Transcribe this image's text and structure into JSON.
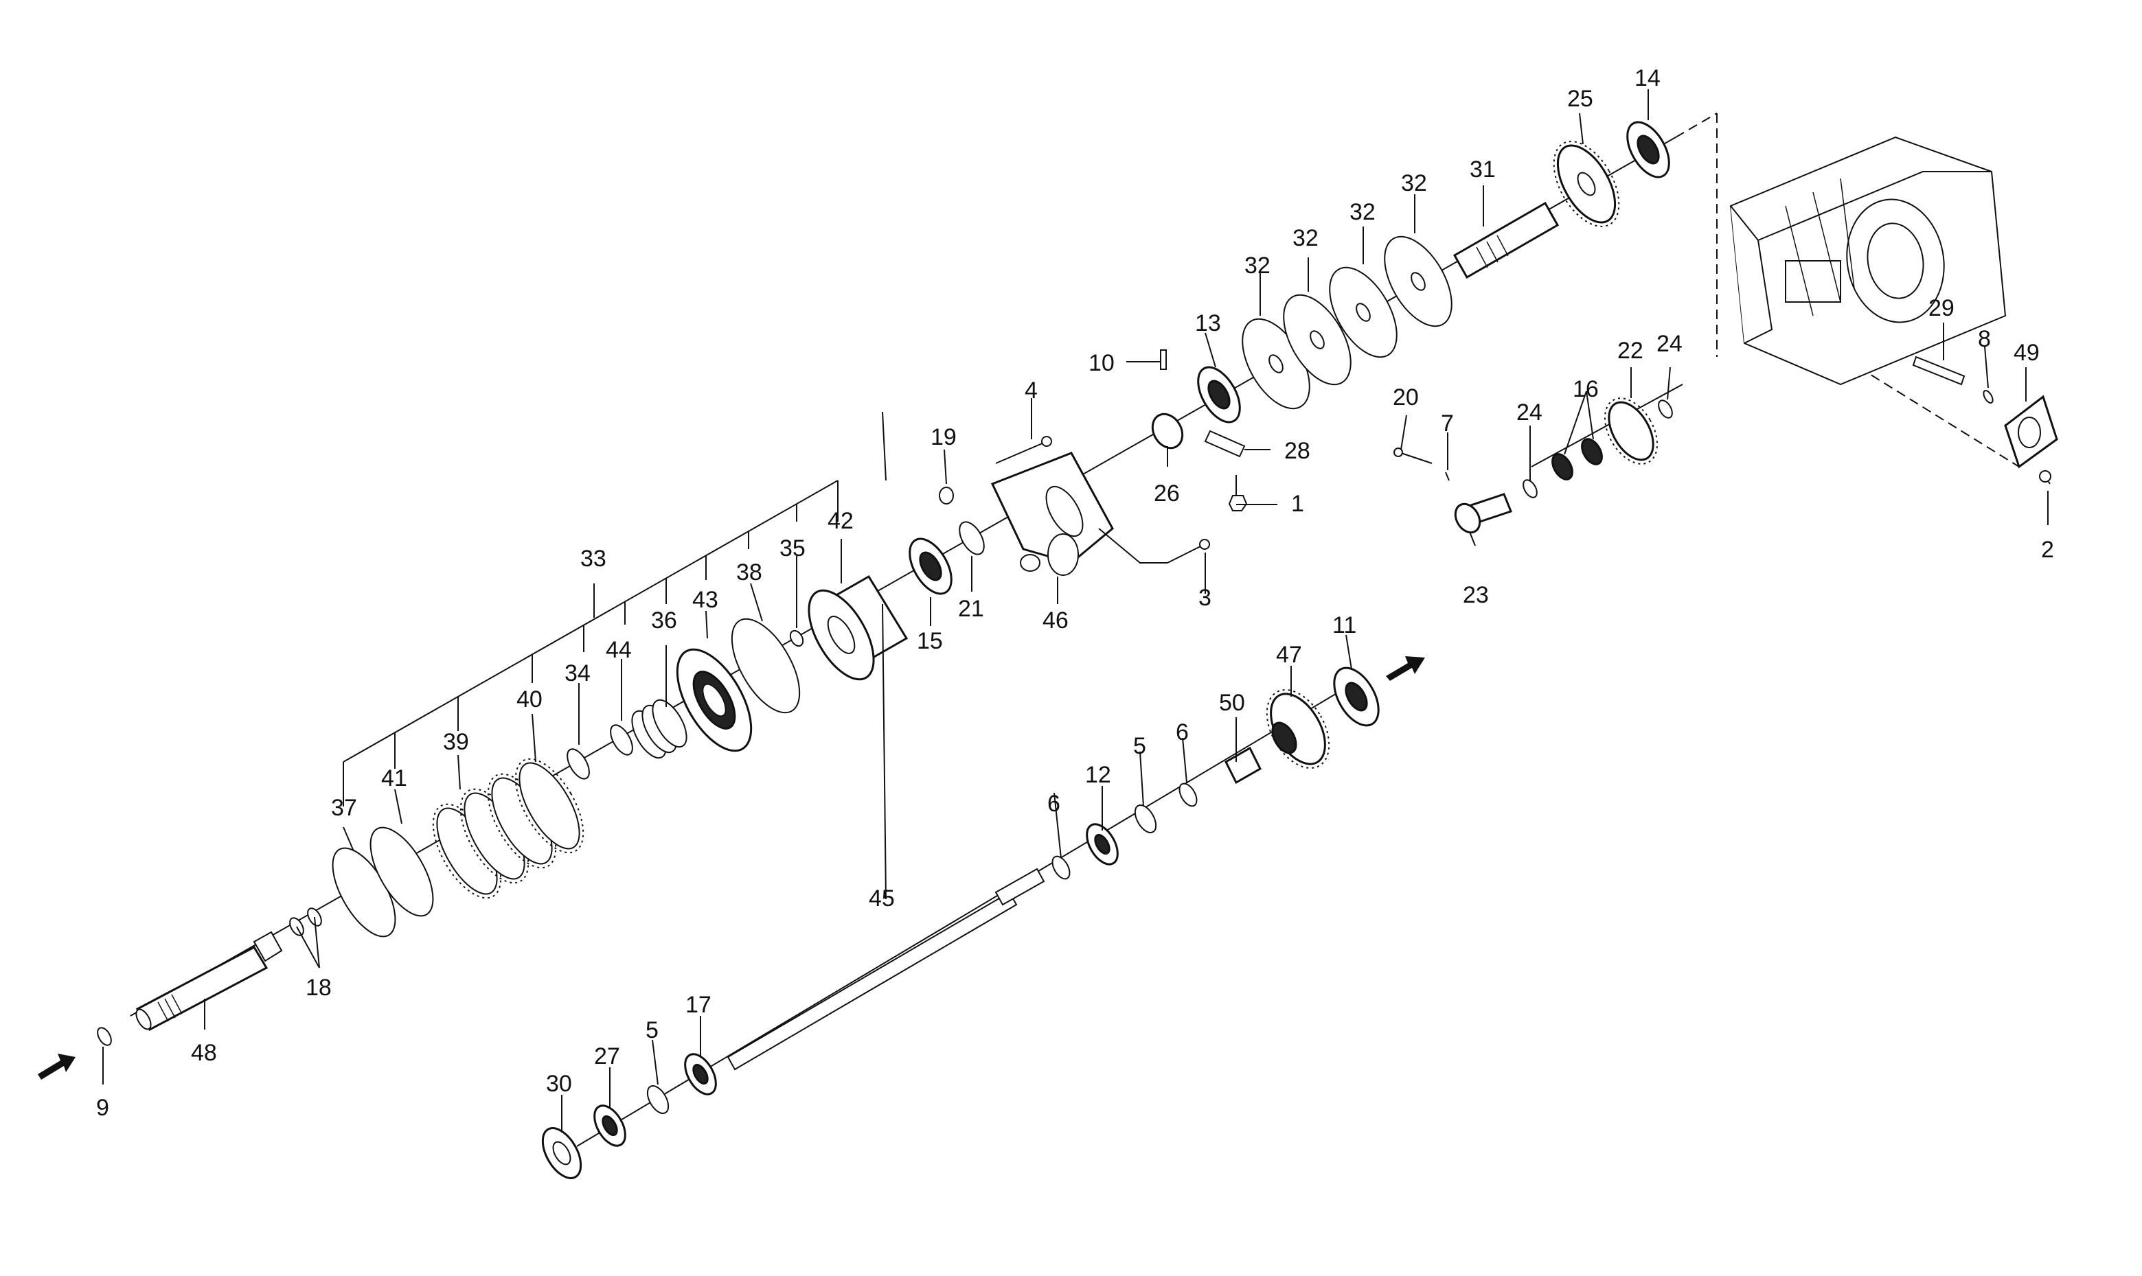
{
  "labels": {
    "p1": "1",
    "p2": "2",
    "p3": "3",
    "p4": "4",
    "p5a": "5",
    "p5b": "5",
    "p6a": "6",
    "p6b": "6",
    "p7": "7",
    "p8": "8",
    "p9": "9",
    "p10": "10",
    "p11": "11",
    "p12": "12",
    "p13": "13",
    "p14": "14",
    "p15": "15",
    "p16": "16",
    "p17": "17",
    "p18": "18",
    "p19": "19",
    "p20": "20",
    "p21": "21",
    "p22": "22",
    "p23": "23",
    "p24a": "24",
    "p24b": "24",
    "p25": "25",
    "p26": "26",
    "p27": "27",
    "p28": "28",
    "p29": "29",
    "p30": "30",
    "p31": "31",
    "p32a": "32",
    "p32b": "32",
    "p32c": "32",
    "p32d": "32",
    "p33": "33",
    "p34": "34",
    "p35": "35",
    "p36": "36",
    "p37": "37",
    "p38": "38",
    "p39": "39",
    "p40": "40",
    "p41": "41",
    "p42": "42",
    "p43": "43",
    "p44": "44",
    "p45": "45",
    "p46": "46",
    "p47": "47",
    "p48": "48",
    "p49": "49",
    "p50": "50"
  }
}
